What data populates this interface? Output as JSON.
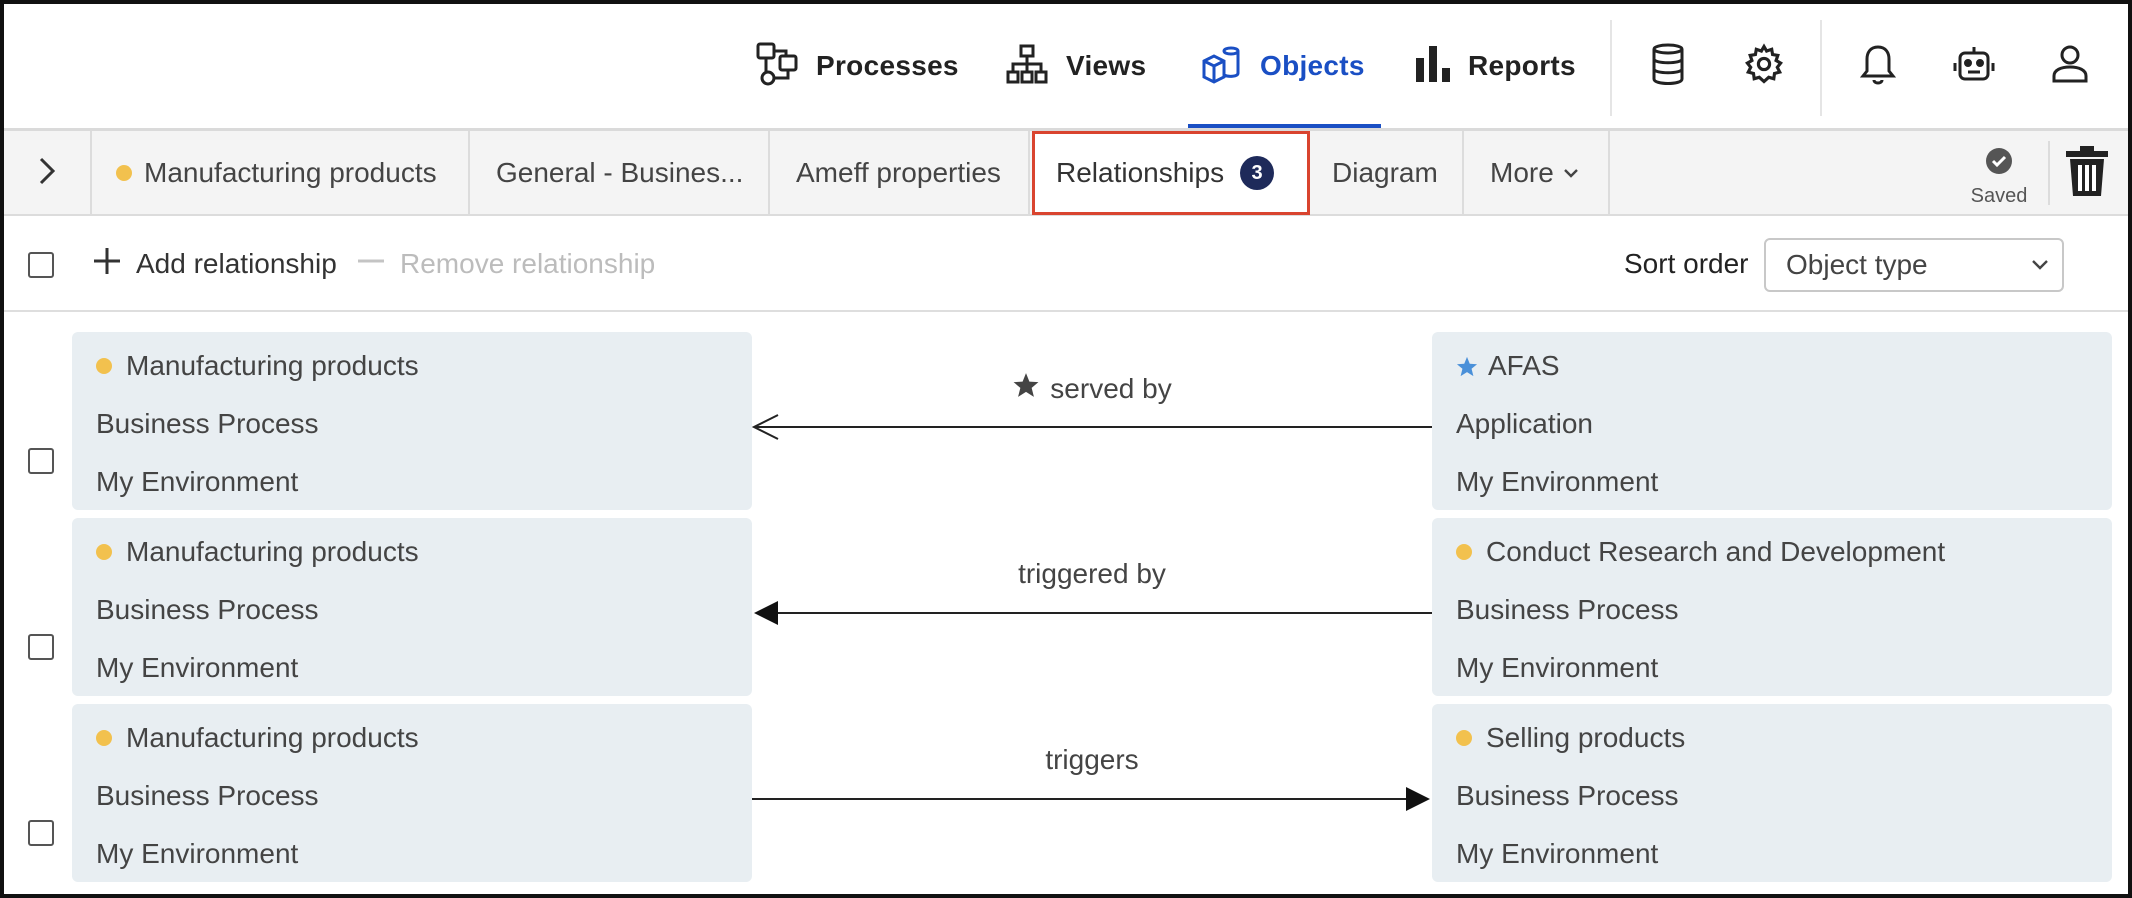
{
  "nav": {
    "items": [
      {
        "label": "Processes",
        "icon": "process-flow-icon",
        "active": false
      },
      {
        "label": "Views",
        "icon": "hierarchy-icon",
        "active": false
      },
      {
        "label": "Objects",
        "icon": "cubes-icon",
        "active": true
      },
      {
        "label": "Reports",
        "icon": "bar-chart-icon",
        "active": false
      }
    ],
    "icon_buttons": [
      "database-icon",
      "gear-icon",
      "bell-icon",
      "robot-icon",
      "user-icon"
    ],
    "accent_color": "#1a4fc4"
  },
  "tabs": {
    "items": [
      {
        "label": "Manufacturing products",
        "has_dot": true
      },
      {
        "label": "General - Busines...",
        "has_dot": false
      },
      {
        "label": "Ameff properties",
        "has_dot": false
      },
      {
        "label": "Relationships",
        "badge": "3",
        "active": true
      },
      {
        "label": "Diagram",
        "has_dot": false
      },
      {
        "label": "More",
        "has_dot": false
      }
    ],
    "status": "Saved"
  },
  "toolbar": {
    "add_label": "Add relationship",
    "remove_label": "Remove relationship",
    "sort_label": "Sort order",
    "sort_value": "Object type"
  },
  "relationships": [
    {
      "left": {
        "name": "Manufacturing products",
        "type": "Business Process",
        "env": "My Environment"
      },
      "relation": "served by",
      "relation_icon": "star-icon",
      "direction": "to-left-open",
      "right": {
        "name": "AFAS",
        "type": "Application",
        "env": "My Environment",
        "marker": "star"
      }
    },
    {
      "left": {
        "name": "Manufacturing products",
        "type": "Business Process",
        "env": "My Environment"
      },
      "relation": "triggered by",
      "direction": "to-left-filled",
      "right": {
        "name": "Conduct Research and Development",
        "type": "Business Process",
        "env": "My Environment",
        "marker": "dot"
      }
    },
    {
      "left": {
        "name": "Manufacturing products",
        "type": "Business Process",
        "env": "My Environment"
      },
      "relation": "triggers",
      "direction": "to-right-filled",
      "right": {
        "name": "Selling products",
        "type": "Business Process",
        "env": "My Environment",
        "marker": "dot"
      }
    }
  ],
  "colors": {
    "dot": "#f2c14e",
    "star_blue": "#4a90d9",
    "badge": "#1e2a5a",
    "highlight": "#d9442f",
    "card_bg": "#e8eef2"
  }
}
